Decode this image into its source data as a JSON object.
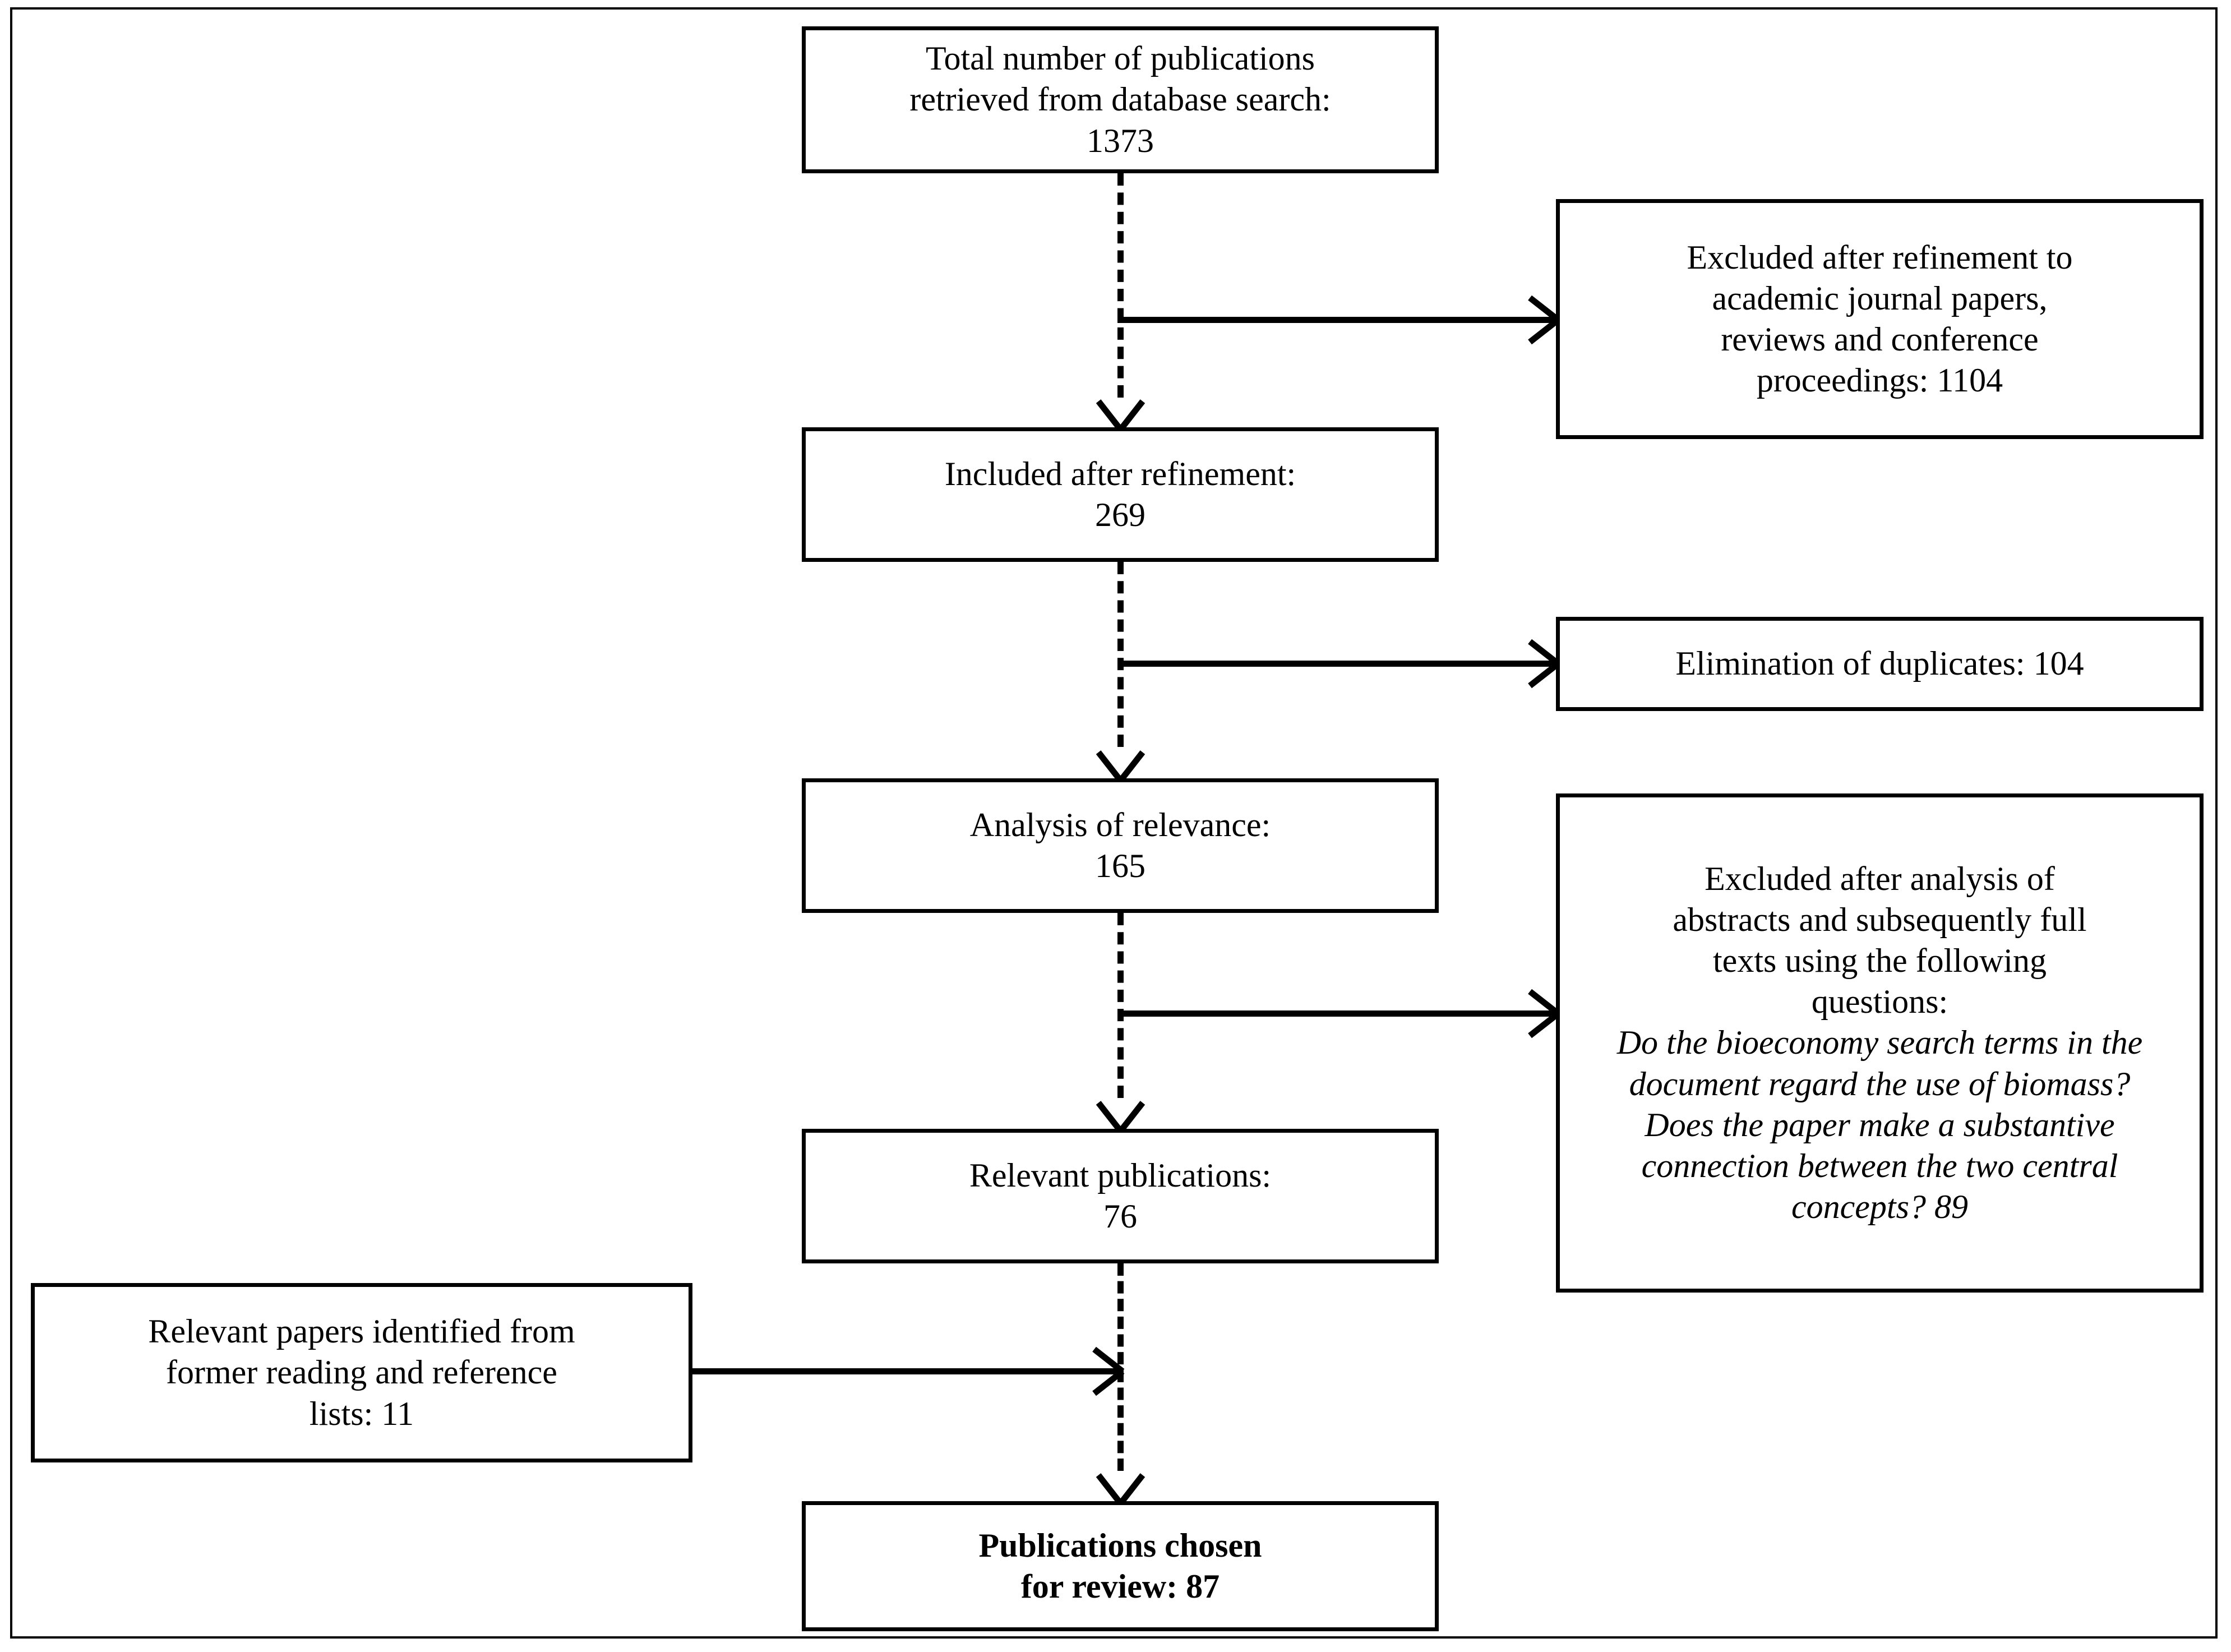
{
  "diagram": {
    "title": "Literature selection flowchart",
    "colors": {
      "stroke": "#000000",
      "background": "#ffffff"
    },
    "nodes": {
      "total": {
        "lines": [
          "Total number of publications",
          "retrieved from database search:",
          "1373"
        ]
      },
      "included": {
        "lines": [
          "Included after refinement:",
          "269"
        ]
      },
      "analysis": {
        "lines": [
          "Analysis of relevance:",
          "165"
        ]
      },
      "relevant": {
        "lines": [
          "Relevant publications:",
          "76"
        ]
      },
      "chosen": {
        "lines": [
          "Publications chosen",
          "for review: 87"
        ]
      },
      "excluded_refinement": {
        "lines": [
          "Excluded after refinement to",
          "academic journal papers,",
          "reviews and conference",
          "proceedings: 1104"
        ]
      },
      "duplicates": {
        "lines": [
          "Elimination of duplicates: 104"
        ]
      },
      "excluded_abstracts": {
        "lines": [
          "Excluded after analysis of",
          "abstracts and subsequently full",
          "texts using the following",
          "questions:"
        ],
        "questions": [
          "Do the bioeconomy search terms in the document regard the use of biomass?",
          "Does the paper make a substantive connection between the two central concepts? 89"
        ]
      },
      "former_reading": {
        "lines": [
          "Relevant papers identified from",
          "former reading and reference",
          "lists: 11"
        ]
      }
    }
  },
  "chart_data": {
    "type": "diagram",
    "title": "PRISMA-style literature selection flow",
    "flow": [
      {
        "step": "Total number of publications retrieved from database search",
        "value": 1373
      },
      {
        "step": "Included after refinement",
        "value": 269
      },
      {
        "step": "Analysis of relevance",
        "value": 165
      },
      {
        "step": "Relevant publications",
        "value": 76
      },
      {
        "step": "Publications chosen for review",
        "value": 87
      }
    ],
    "exclusions": [
      {
        "step": "Excluded after refinement to academic journal papers, reviews and conference proceedings",
        "value": 1104
      },
      {
        "step": "Elimination of duplicates",
        "value": 104
      },
      {
        "step": "Excluded after analysis of abstracts and subsequently full texts",
        "value": 89
      }
    ],
    "additions": [
      {
        "step": "Relevant papers identified from former reading and reference lists",
        "value": 11
      }
    ]
  }
}
